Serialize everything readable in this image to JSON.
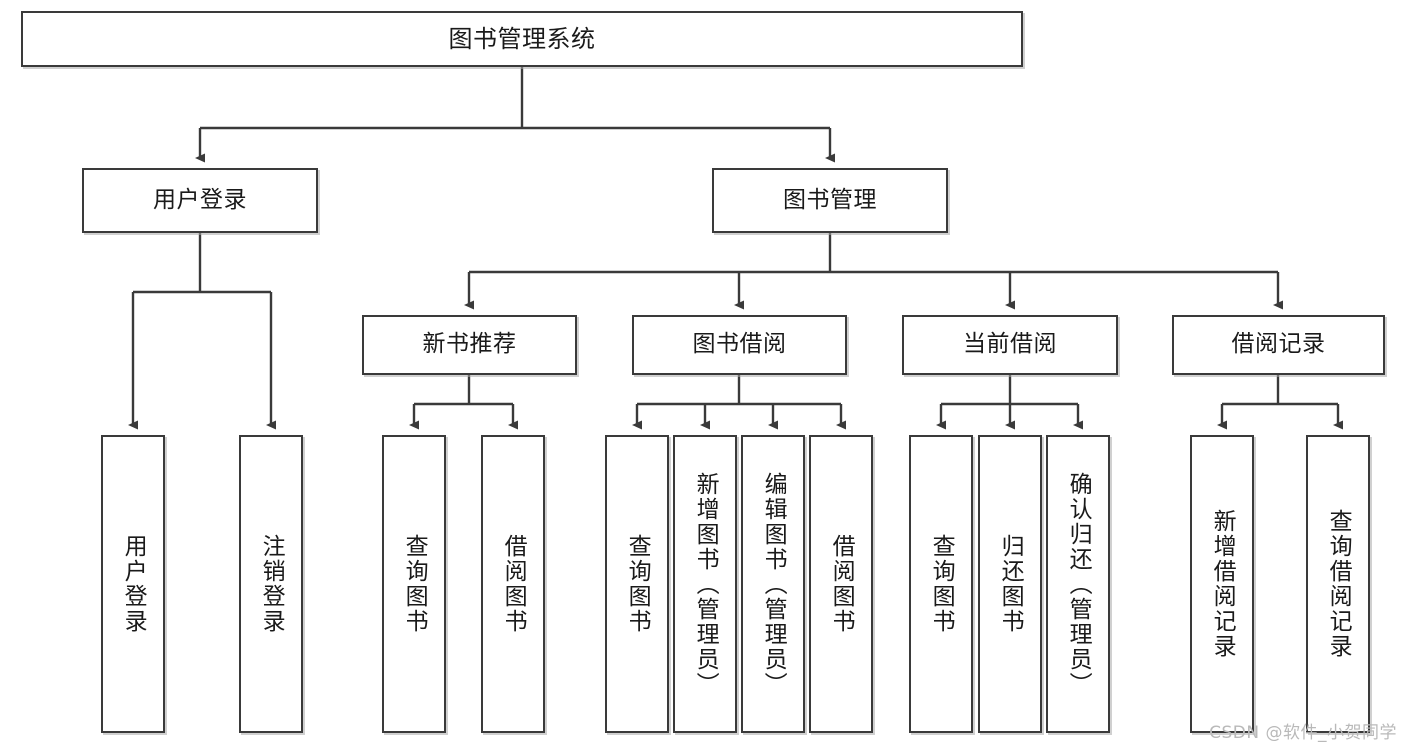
{
  "diagram": {
    "title": "图书管理系统",
    "type": "tree",
    "colors": {
      "box_border": "#3a3a3a",
      "box_fill": "#ffffff",
      "edge": "#3a3a3a",
      "text": "#1a1a1a",
      "watermark": "#b9b9b9"
    },
    "nodes": {
      "root": {
        "label": "图书管理系统"
      },
      "level2": [
        {
          "label": "用户登录"
        },
        {
          "label": "图书管理"
        }
      ],
      "level3": [
        {
          "label": "新书推荐"
        },
        {
          "label": "图书借阅"
        },
        {
          "label": "当前借阅"
        },
        {
          "label": "借阅记录"
        }
      ],
      "leaves": [
        {
          "label": "用户登录"
        },
        {
          "label": "注销登录"
        },
        {
          "label": "查询图书"
        },
        {
          "label": "借阅图书"
        },
        {
          "label": "查询图书"
        },
        {
          "label": "新增图书（管理员）"
        },
        {
          "label": "编辑图书（管理员）"
        },
        {
          "label": "借阅图书"
        },
        {
          "label": "查询图书"
        },
        {
          "label": "归还图书"
        },
        {
          "label": "确认归还（管理员）"
        },
        {
          "label": "新增借阅记录"
        },
        {
          "label": "查询借阅记录"
        }
      ]
    }
  },
  "watermark": {
    "text": "CSDN @软件_小贺同学"
  }
}
